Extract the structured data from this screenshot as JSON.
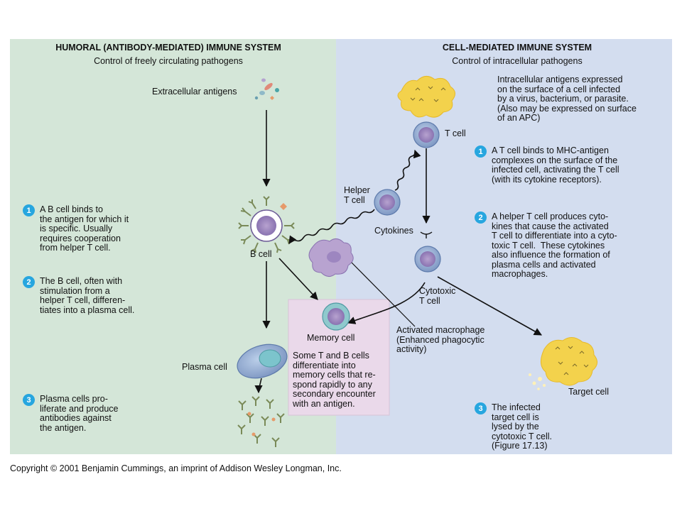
{
  "colors": {
    "humoral_bg": "#d4e6d8",
    "cell_mediated_bg": "#d3ddef",
    "memory_box_bg": "#ead9ea",
    "step_badge": "#27a6df",
    "cell_purple": "#a99bc8",
    "cell_blue": "#8ea6cc",
    "infected_yellow": "#f3d24c"
  },
  "humoral": {
    "title": "HUMORAL (ANTIBODY-MEDIATED) IMMUNE SYSTEM",
    "subtitle": "Control of freely circulating pathogens",
    "extracellular_antigens": "Extracellular antigens",
    "b_cell": "B cell",
    "plasma_cell": "Plasma cell",
    "steps": [
      {
        "num": "1",
        "text": "A B cell binds to\nthe antigen for which it\nis specific. Usually\nrequires cooperation\nfrom helper T cell."
      },
      {
        "num": "2",
        "text": "The B cell, often with\nstimulation from a\nhelper T cell, differen-\ntiates into a plasma cell."
      },
      {
        "num": "3",
        "text": "Plasma cells pro-\nliferate and produce\nantibodies against\nthe antigen."
      }
    ]
  },
  "cell_mediated": {
    "title": "CELL-MEDIATED IMMUNE SYSTEM",
    "subtitle": "Control of intracellular pathogens",
    "intracellular_note": "Intracellular antigens expressed\non the surface of a cell infected\nby a virus, bacterium, or parasite.\n(Also may be expressed on surface\nof an APC)",
    "t_cell": "T cell",
    "helper_t_cell": "Helper\nT cell",
    "cytokines": "Cytokines",
    "cytotoxic_t_cell": "Cytotoxic\nT cell",
    "activated_macrophage": "Activated macrophage\n(Enhanced phagocytic\nactivity)",
    "target_cell": "Target cell",
    "steps": [
      {
        "num": "1",
        "text": "A T cell binds to MHC-antigen\ncomplexes on the surface of the\ninfected cell, activating the T cell\n(with its cytokine receptors)."
      },
      {
        "num": "2",
        "text": "A helper T cell produces cyto-\nkines that cause the activated\nT cell to differentiate into a cyto-\ntoxic T cell.  These cytokines\nalso influence the formation of\nplasma cells and activated\nmacrophages."
      },
      {
        "num": "3",
        "text": "The infected\ntarget cell is\nlysed by the\ncytotoxic T cell.\n(Figure 17.13)"
      }
    ]
  },
  "memory": {
    "label": "Memory cell",
    "text": "Some T and B cells\ndifferentiate into\nmemory cells that re-\nspond rapidly to any\nsecondary encounter\nwith an antigen."
  },
  "copyright": "Copyright © 2001 Benjamin Cummings, an imprint of Addison Wesley Longman, Inc."
}
